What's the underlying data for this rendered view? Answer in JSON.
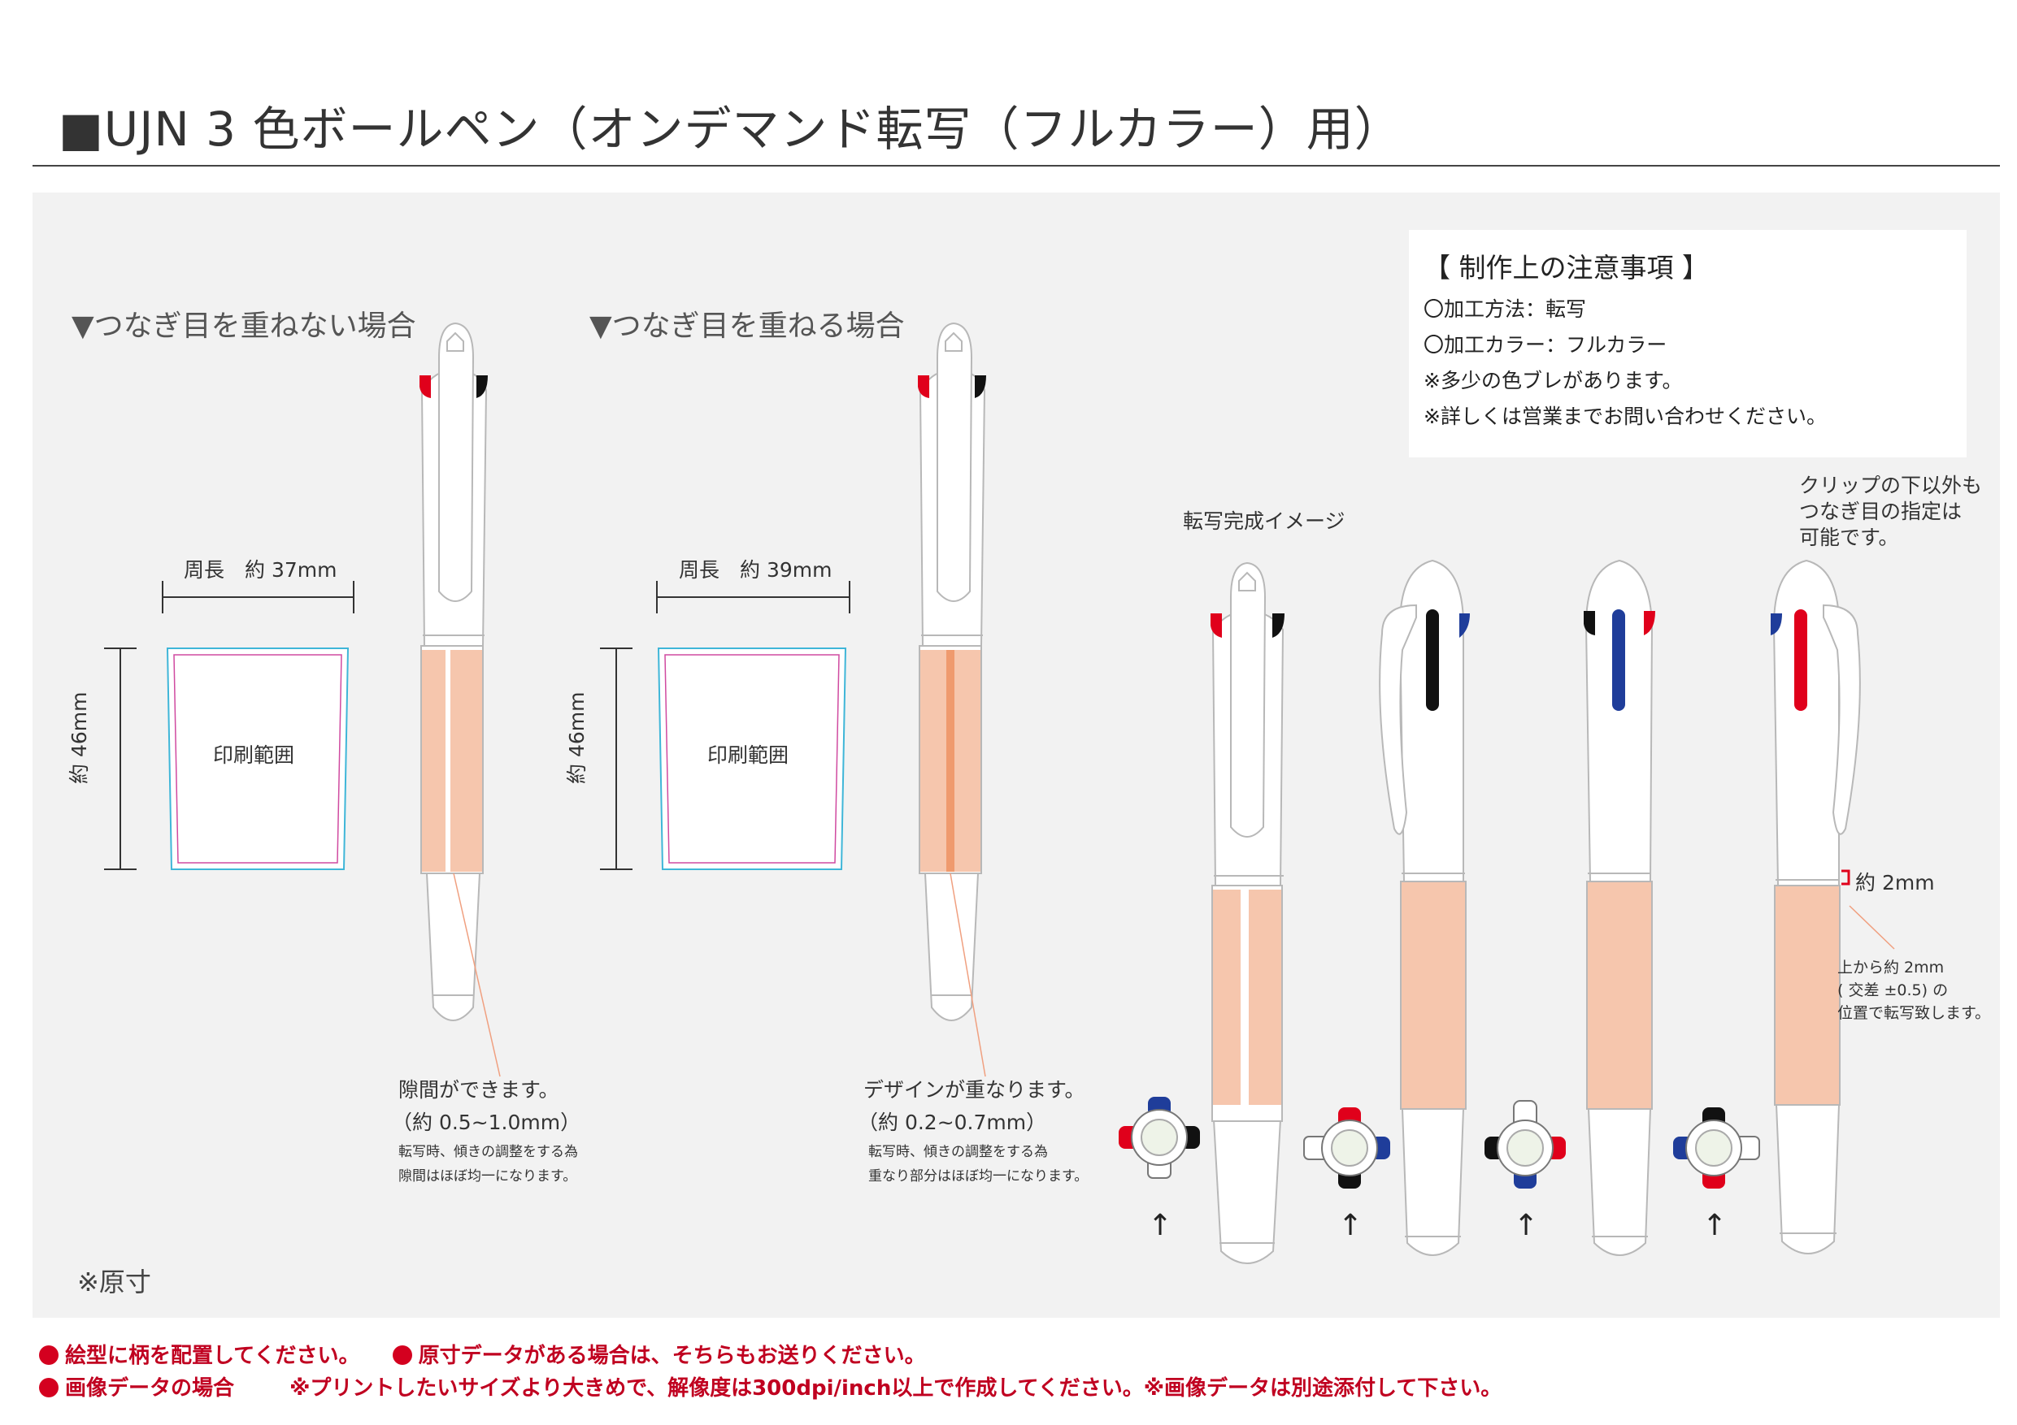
{
  "title": "■UJN 3 色ボールペン（オンデマンド転写（フルカラー）用）",
  "left_section": {
    "heading": "▼つなぎ目を重ねない場合",
    "circumference": "周長　約 37mm",
    "height": "約 46mm",
    "print_area": "印刷範囲",
    "note_main": "隙間ができます。",
    "note_range": "（約 0.5~1.0mm）",
    "note_small_1": "転写時、傾きの調整をする為",
    "note_small_2": "隙間はほぼ均一になります。"
  },
  "middle_section": {
    "heading": "▼つなぎ目を重ねる場合",
    "circumference": "周長　約 39mm",
    "height": "約 46mm",
    "print_area": "印刷範囲",
    "note_main": "デザインが重なります。",
    "note_range": "（約 0.2~0.7mm）",
    "note_small_1": "転写時、傾きの調整をする為",
    "note_small_2": "重なり部分はほぼ均一になります。"
  },
  "original_size_note": "※原寸",
  "notes_box": {
    "heading": "【 制作上の注意事項 】",
    "method": "〇加工方法：転写",
    "color": "〇加工カラー：フルカラー",
    "warning_1": "※多少の色ブレがあります。",
    "warning_2": "※詳しくは営業までお問い合わせください。"
  },
  "completion_label": "転写完成イメージ",
  "clip_note": [
    "クリップの下以外も",
    "つなぎ目の指定は",
    "可能です。"
  ],
  "about_2mm": "約 2mm",
  "position_note": [
    "上から約 2mm",
    "( 交差 ±0.5) の",
    "位置で転写致します。"
  ],
  "arrow": "↑",
  "footer": {
    "line1_a": "絵型に柄を配置してください。",
    "line1_b": "原寸データがある場合は、そちらもお送りください。",
    "line2_a": "画像データの場合",
    "line2_b": "※プリントしたいサイズより大きめで、解像度は300dpi/inch以上で作成してください。※画像データは別途添付して下さい。"
  },
  "colors": {
    "print_fill": "#f6c6ad",
    "pen_red": "#e0001b",
    "pen_blue": "#1f3d9a",
    "pen_black": "#111111",
    "outline": "#b8b8b8",
    "accent_red": "#d4001f"
  }
}
